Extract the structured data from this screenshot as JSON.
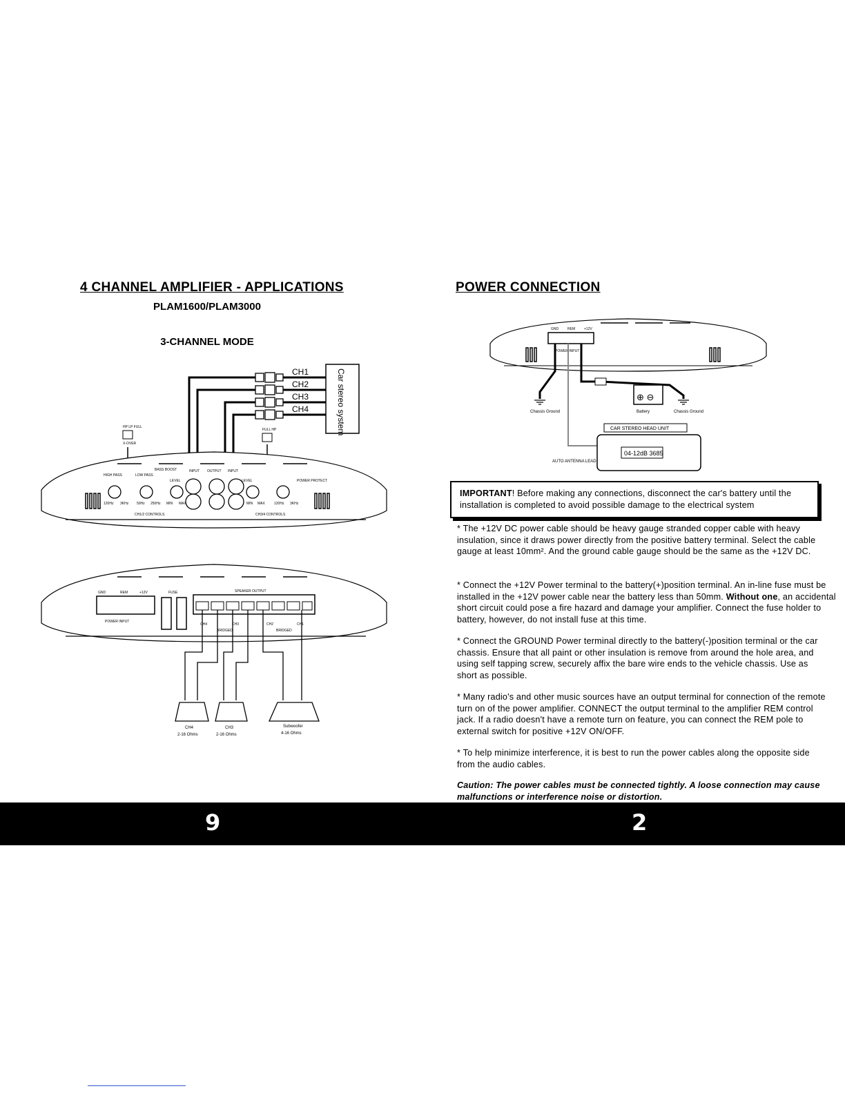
{
  "left": {
    "title": "4 CHANNEL AMPLIFIER - APPLICATIONS",
    "models": "PLAM1600/PLAM3000",
    "mode": "3-CHANNEL MODE",
    "channels": [
      "CH1",
      "CH2",
      "CH3",
      "CH4"
    ],
    "car_stereo": "Car stereo system",
    "small_labels": {
      "hp_lp_full": "HP LP FULL",
      "xover": "X-OVER",
      "full_hp": "FULL HP",
      "high_pass": "HIGH PASS",
      "low_pass": "LOW PASS",
      "bass_boost": "BASS BOOST",
      "level": "LEVEL",
      "input": "INPUT",
      "output": "OUTPUT",
      "power_protect": "POWER PROTECT",
      "ch12_controls": "CH1/2 CONTROLS",
      "ch34_controls": "CH3/4 CONTROLS",
      "ticks_left": [
        "120Hz",
        "3KHz",
        "50Hz",
        "250Hz",
        "MIN",
        "MAX"
      ],
      "ticks_right": [
        "MIN",
        "MAX",
        "120Hz",
        "3KHz"
      ],
      "gnd": "GND",
      "rem": "REM",
      "plus12v": "+12V",
      "fuse": "FUSE",
      "speaker_output": "SPEAKER OUTPUT",
      "power_input": "POWER INPUT",
      "bridged": "BRIDGED",
      "ch4": "CH4",
      "ch3": "CH3",
      "ch2": "CH2",
      "ch1": "CH1"
    },
    "speakers": [
      {
        "name": "CH4",
        "ohms": "2-16 Ohms"
      },
      {
        "name": "CH3",
        "ohms": "2-16 Ohms"
      },
      {
        "name": "Subwoofer",
        "ohms": "4-16 Ohms"
      }
    ]
  },
  "right": {
    "title": "POWER CONNECTION",
    "diagram_labels": {
      "gnd": "GND",
      "rem": "REM",
      "plus12v": "+12V",
      "power_input": "POWER INPUT",
      "chassis_ground": "Chassis Ground",
      "battery": "Battery",
      "head_unit": "CAR STEREO HEAD UNIT",
      "antenna": "AUTO ANTENNA LEAD",
      "display": "04-12dB 3685"
    },
    "important_label": "IMPORTANT",
    "important_text": "! Before making any connections, disconnect the car's battery until the installation is completed to avoid possible damage to the electrical system",
    "bullets": [
      {
        "plain": "* The +12V DC power cable should be heavy gauge stranded copper cable with heavy insulation, since it draws power directly from the positive battery terminal. Select the cable gauge at least 10mm². And the ground cable gauge should be the same as the +12V DC."
      },
      {
        "before": "* Connect the +12V Power terminal to the battery(+)position terminal. An in-line fuse must be installed in the +12V power cable near the battery less than 50mm. ",
        "bold": "Without one",
        "after": ", an accidental short circuit could pose a fire hazard and damage your amplifier. Connect the fuse holder to battery, however, do not install fuse at this time."
      },
      {
        "plain": "* Connect the GROUND Power terminal directly to the battery(-)position terminal or the car chassis. Ensure that all paint or other insulation is remove from around the hole area, and using self tapping screw, securely affix the bare wire ends to the vehicle chassis. Use as short as possible."
      },
      {
        "plain": "* Many radio's and other music sources have an output terminal for connection of the remote turn on of the power amplifier. CONNECT the output terminal to the amplifier REM control jack. If a radio doesn't have a remote turn on feature, you can connect the REM pole to external switch for positive +12V ON/OFF."
      },
      {
        "plain": "* To help minimize interference, it is best to run the power cables along the opposite side from the audio cables."
      }
    ],
    "caution": "Caution: The power cables must be connected tightly. A loose connection may cause malfunctions or interference noise or distortion."
  },
  "footer": {
    "left_page": "9",
    "right_page": "2"
  }
}
